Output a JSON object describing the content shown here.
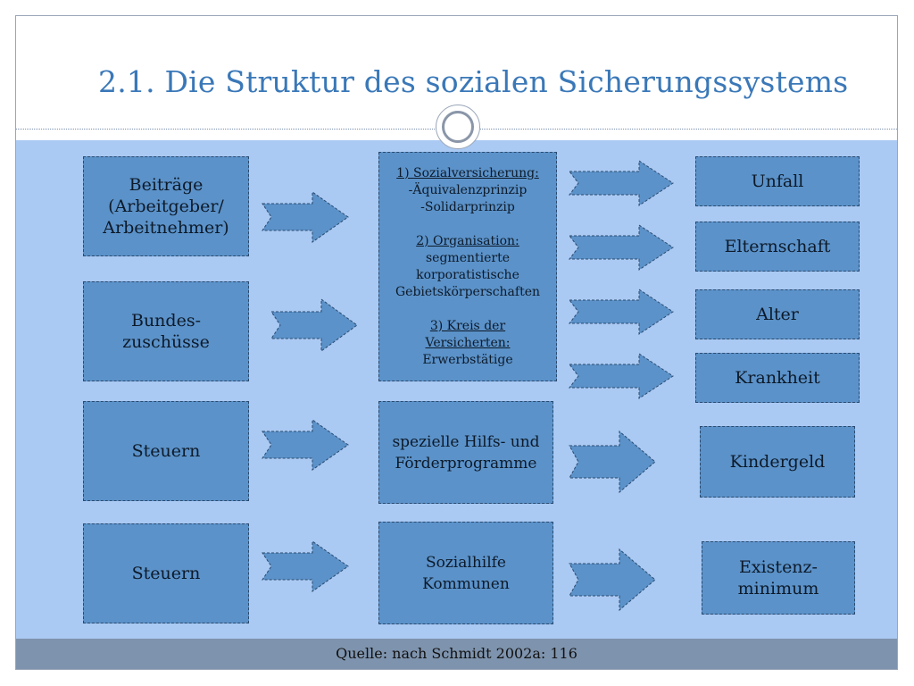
{
  "title": "2.1. Die Struktur des sozialen Sicherungssystems",
  "left_boxes": [
    {
      "label": "Beiträge\n(Arbeitgeber/\nArbeitnehmer)"
    },
    {
      "label": "Bundes-\nzuschüsse"
    },
    {
      "label": "Steuern"
    },
    {
      "label": "Steuern"
    }
  ],
  "middle_boxes": {
    "sozialversicherung": {
      "heading1": "1) Sozialversicherung:",
      "line1": "-Äquivalenzprinzip",
      "line2": "-Solidarprinzip",
      "heading2": "2) Organisation:",
      "line3": "segmentierte",
      "line4": "korporatistische",
      "line5": "Gebietskörperschaften",
      "heading3a": "3) Kreis der",
      "heading3b": "Versicherten:",
      "line6": "Erwerbstätige"
    },
    "hilfsprogramme": "spezielle  Hilfs- und\nFörderprogramme",
    "sozialhilfe": "Sozialhilfe\nKommunen"
  },
  "right_boxes": [
    {
      "label": "Unfall"
    },
    {
      "label": "Elternschaft"
    },
    {
      "label": "Alter"
    },
    {
      "label": "Krankheit"
    },
    {
      "label": "Kindergeld"
    },
    {
      "label": "Existenz-\nminimum"
    }
  ],
  "footer": "Quelle: nach Schmidt 2002a: 116",
  "colors": {
    "title": "#3a78b8",
    "content_bg": "#aac9f3",
    "box_fill": "#5b92c9",
    "footer_bg": "#7e93ad"
  }
}
